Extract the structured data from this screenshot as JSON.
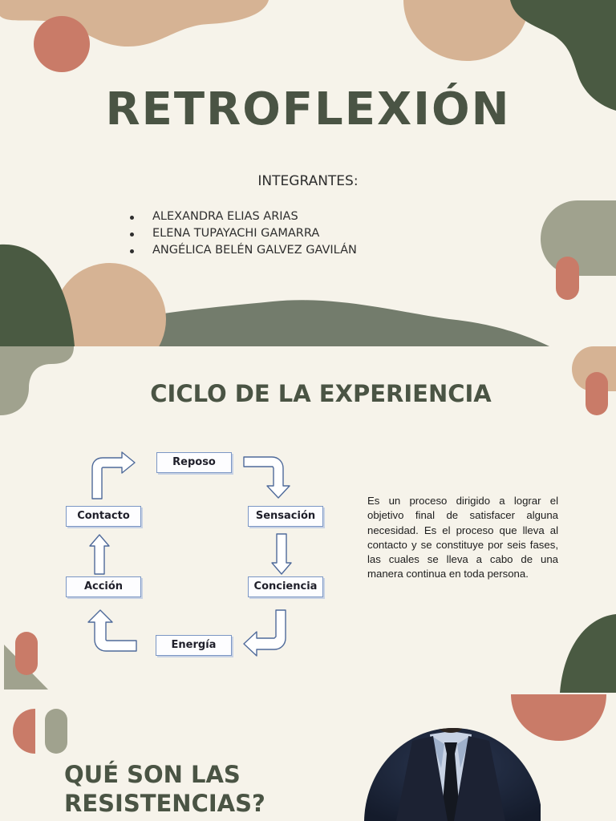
{
  "slide1": {
    "title": "RETROFLEXIÓN",
    "members_label": "INTEGRANTES:",
    "members": [
      "ALEXANDRA ELIAS ARIAS",
      "ELENA TUPAYACHI GAMARRA",
      "ANGÉLICA BELÉN GALVEZ GAVILÁN"
    ]
  },
  "slide2": {
    "section_title": "CICLO DE LA EXPERIENCIA",
    "cycle": {
      "reposo": "Reposo",
      "sensacion": "Sensación",
      "conciencia": "Conciencia",
      "energia": "Energía",
      "accion": "Acción",
      "contacto": "Contacto"
    },
    "description": "Es un proceso dirigido a lograr el objetivo final de satisfacer alguna necesidad. Es el proceso que lleva al contacto y se constituye por seis fases, las cuales se lleva a cabo de una manera continua en toda persona.",
    "question": "QUÉ SON LAS RESISTENCIAS?"
  },
  "colors": {
    "background": "#f6f3ea",
    "dark_green": "#4a5a42",
    "sage": "#a0a28e",
    "tan": "#d6b394",
    "terracotta": "#c97b68",
    "title_text": "#4a5444"
  }
}
